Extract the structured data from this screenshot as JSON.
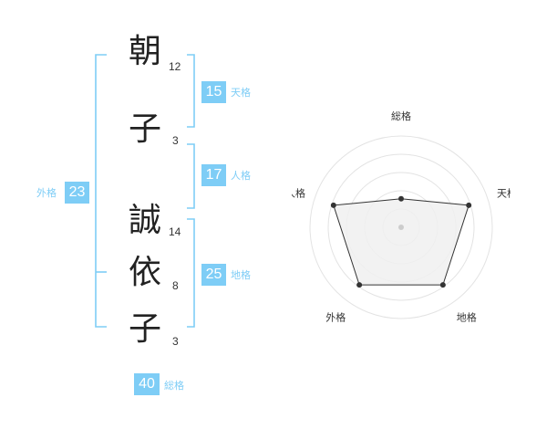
{
  "name_chars": [
    {
      "char": "朝",
      "strokes": "12"
    },
    {
      "char": "子",
      "strokes": "3"
    },
    {
      "char": "誠",
      "strokes": "14"
    },
    {
      "char": "依",
      "strokes": "8"
    },
    {
      "char": "子",
      "strokes": "3"
    }
  ],
  "fortunes": {
    "tenkaku": {
      "label": "天格",
      "value": "15"
    },
    "jinkaku": {
      "label": "人格",
      "value": "17"
    },
    "chikaku": {
      "label": "地格",
      "value": "25"
    },
    "gaikaku": {
      "label": "外格",
      "value": "23"
    },
    "soukaku": {
      "label": "総格",
      "value": "40"
    }
  },
  "radar": {
    "axes": [
      "総格",
      "天格",
      "地格",
      "外格",
      "人格"
    ],
    "levels": 5,
    "scores": [
      2,
      5,
      5,
      5,
      5
    ],
    "colors": {
      "ring": "#e3e3e3",
      "fill": "#f0f0f0",
      "line": "#333333",
      "point": "#333333",
      "center": "#cccccc"
    }
  },
  "colors": {
    "accent": "#7ecdf6"
  }
}
